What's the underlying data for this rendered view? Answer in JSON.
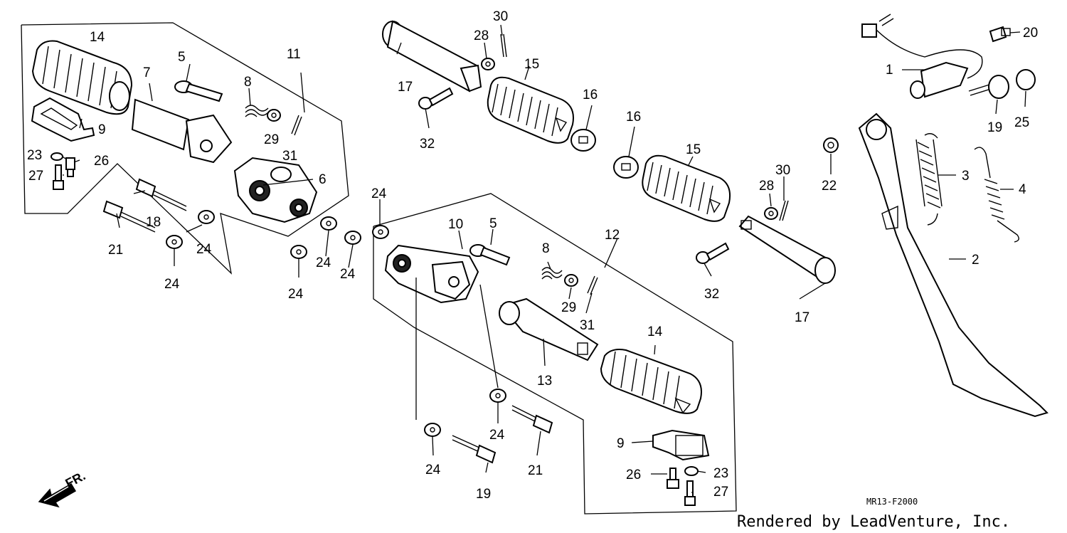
{
  "callouts": {
    "c14a": "14",
    "c7": "7",
    "c5a": "5",
    "c11": "11",
    "c8a": "8",
    "c9a": "9",
    "c29a": "29",
    "c31a": "31",
    "c23a": "23",
    "c26a": "26",
    "c27a": "27",
    "c6": "6",
    "c18": "18",
    "c21a": "21",
    "c24a": "24",
    "c24b": "24",
    "c17a": "17",
    "c28a": "28",
    "c30a": "30",
    "c15a": "15",
    "c16a": "16",
    "c32a": "32",
    "c16b": "16",
    "c15b": "15",
    "c24c": "24",
    "c24d": "24",
    "c24e": "24",
    "c24f": "24",
    "c10": "10",
    "c5b": "5",
    "c12": "12",
    "c8b": "8",
    "c29b": "29",
    "c31b": "31",
    "c13": "13",
    "c14b": "14",
    "c9b": "9",
    "c26b": "26",
    "c23b": "23",
    "c27b": "27",
    "c24g": "24",
    "c24h": "24",
    "c19b": "19",
    "c21b": "21",
    "c28b": "28",
    "c30b": "30",
    "c32b": "32",
    "c17b": "17",
    "c22": "22",
    "c20": "20",
    "c1": "1",
    "c19a": "19",
    "c25": "25",
    "c3": "3",
    "c4": "4",
    "c2": "2"
  },
  "direction_label": "FR.",
  "diagram_code": "MR13-F2000",
  "credit": "Rendered by LeadVenture, Inc."
}
